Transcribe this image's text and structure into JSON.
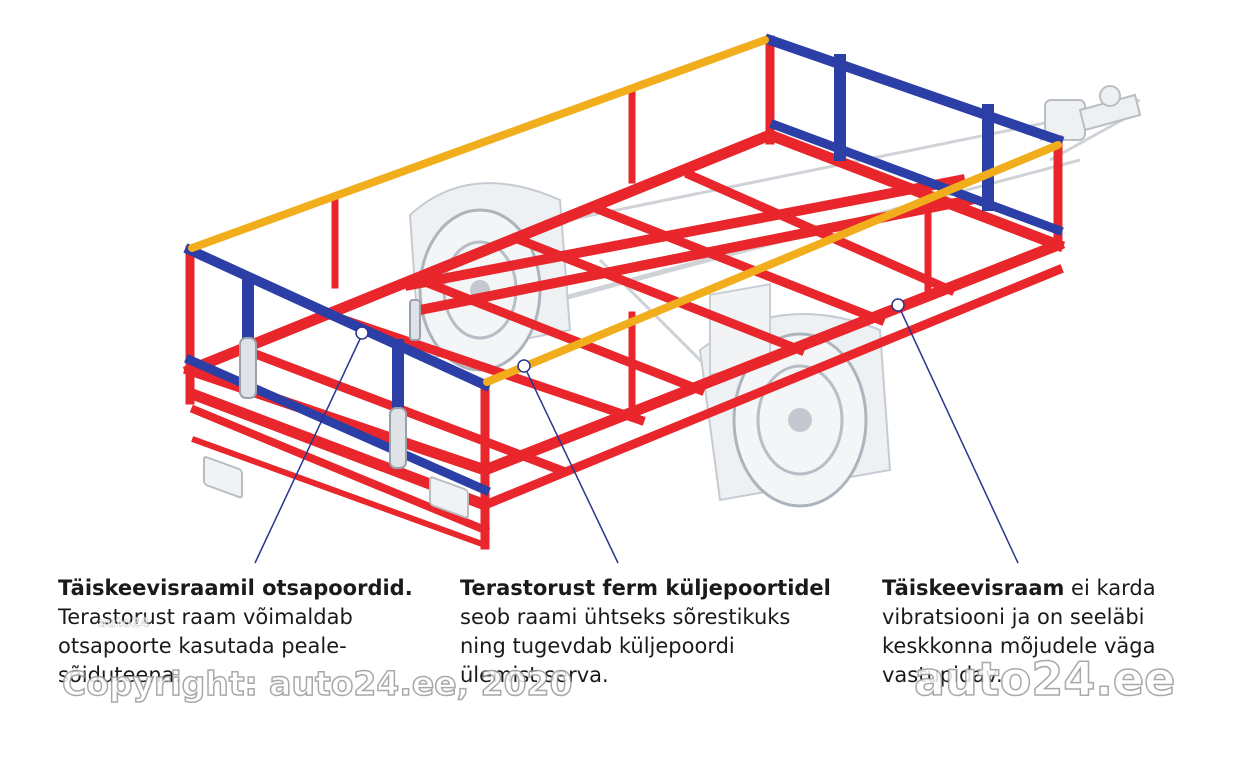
{
  "colors": {
    "frame": "#e8262b",
    "frame_dark": "#b81b20",
    "end_gate": "#2c3fa6",
    "top_rail": "#f2ad1c",
    "leader": "#2a3590"
  },
  "callouts": [
    {
      "title": "Täiskeevisraamil otsapoordid.",
      "lines": [
        "Terastorust raam võimaldab",
        "otsapoorte kasutada peale-",
        "sõiduteena."
      ]
    },
    {
      "title": "Terastorust ferm küljepoortidel",
      "lines": [
        "seob raami ühtseks sõrestikuks",
        "ning tugevdab küljepoordi",
        "ülemist serva."
      ]
    },
    {
      "title": "Täiskeevisraam",
      "title_rest": " ei karda",
      "lines": [
        "vibratsiooni ja on seeläbi",
        "keskkonna mõjudele väga",
        "vastupidav."
      ]
    }
  ],
  "watermarks": {
    "left": "Copyright: auto24.ee, 2020",
    "right": "auto24.ee",
    "small": "auto24"
  }
}
